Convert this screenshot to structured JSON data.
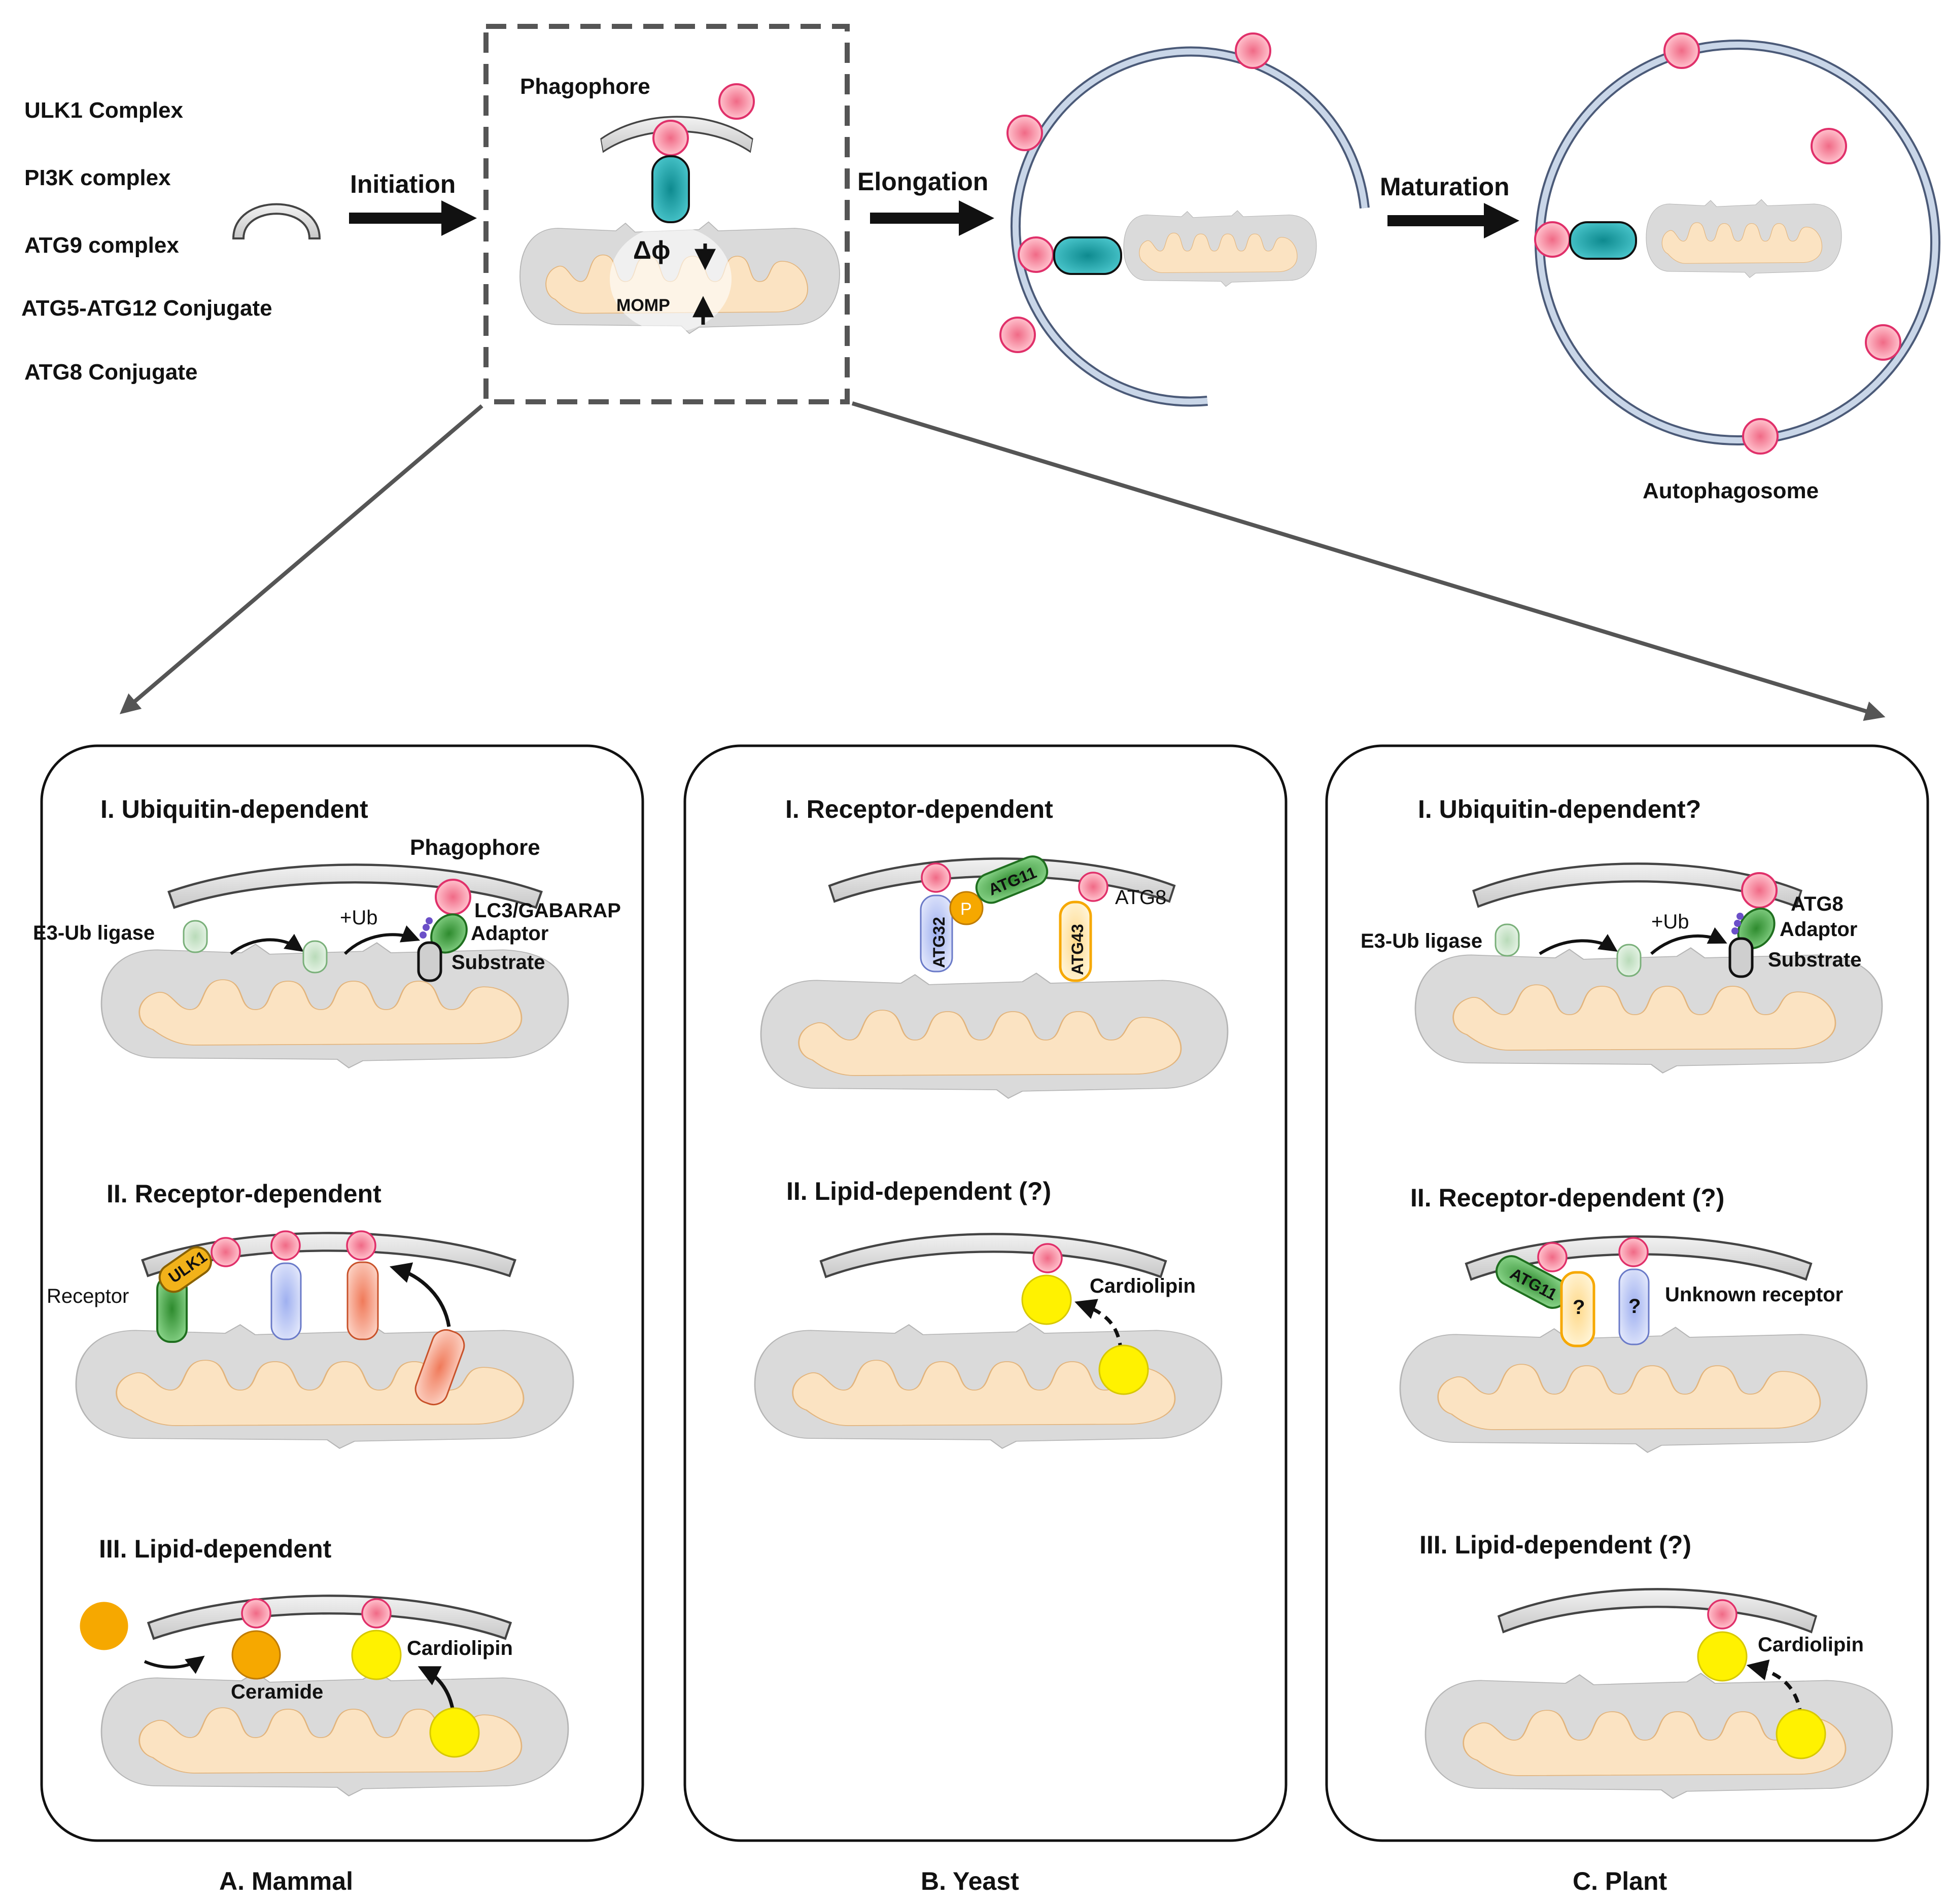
{
  "overview": {
    "complexes": [
      "ULK1 Complex",
      "PI3K complex",
      "ATG9 complex",
      "ATG5-ATG12 Conjugate",
      "ATG8 Conjugate"
    ],
    "initiation": "Initiation",
    "phagophore": "Phagophore",
    "delta_phi": "Δϕ",
    "momp": "MOMP",
    "elongation": "Elongation",
    "maturation": "Maturation",
    "autophagosome": "Autophagosome"
  },
  "panel_a": {
    "caption": "A. Mammal",
    "ubiquitin_title": "I. Ubiquitin-dependent",
    "phagophore": "Phagophore",
    "e3_ligase": "E3-Ub ligase",
    "plus_ub": "+Ub",
    "lc3": "LC3/GABARAP",
    "adaptor": "Adaptor",
    "substrate": "Substrate",
    "receptor_title": "II. Receptor-dependent",
    "receptor": "Receptor",
    "ulk1": "ULK1",
    "lipid_title": "III. Lipid-dependent",
    "ceramide": "Ceramide",
    "cardiolipin": "Cardiolipin"
  },
  "panel_b": {
    "caption": "B. Yeast",
    "receptor_title": "I. Receptor-dependent",
    "atg32": "ATG32",
    "atg11": "ATG11",
    "p": "P",
    "atg43": "ATG43",
    "atg8": "ATG8",
    "lipid_title": "II. Lipid-dependent (?)",
    "cardiolipin": "Cardiolipin"
  },
  "panel_c": {
    "caption": "C. Plant",
    "ubiquitin_title": "I. Ubiquitin-dependent?",
    "e3_ligase": "E3-Ub ligase",
    "plus_ub": "+Ub",
    "atg8": "ATG8",
    "adaptor": "Adaptor",
    "substrate": "Substrate",
    "receptor_title": "II. Receptor-dependent (?)",
    "atg11": "ATG11",
    "q1": "?",
    "q2": "?",
    "unknown_receptor": "Unknown receptor",
    "lipid_title": "III. Lipid-dependent (?)",
    "cardiolipin": "Cardiolipin"
  },
  "colors": {
    "atg8_pink": "#f5a0b0",
    "cyan": "#1fa3a8",
    "mito_gray": "#d9d9d9",
    "mito_inner": "#fbe3c2",
    "membrane_blue": "#c9d6e8",
    "yellow": "#fff200",
    "orange": "#f6a800",
    "green": "#3c9a3c"
  }
}
